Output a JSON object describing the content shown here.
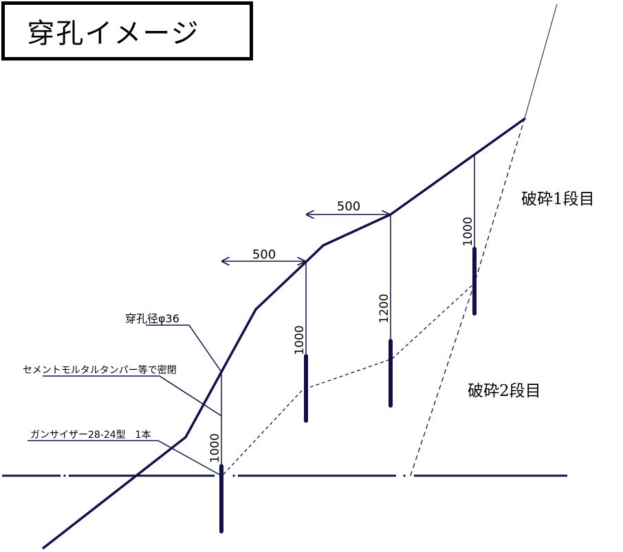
{
  "title": "穿孔イメージ",
  "dimensions": {
    "spacing_upper": "500",
    "spacing_lower": "500",
    "depth_left": "1000",
    "depth_mid": "1000",
    "depth_center": "1200",
    "depth_right": "1000"
  },
  "annotations": {
    "hole_diameter": "穿孔径φ36",
    "seal": "セメントモルタルタンパー等で密閉",
    "agent": "ガンサイザー28-24型　1本"
  },
  "zones": {
    "stage1": "破砕1段目",
    "stage2": "破砕2段目"
  },
  "colors": {
    "line": "#10104a",
    "text": "#000000"
  }
}
